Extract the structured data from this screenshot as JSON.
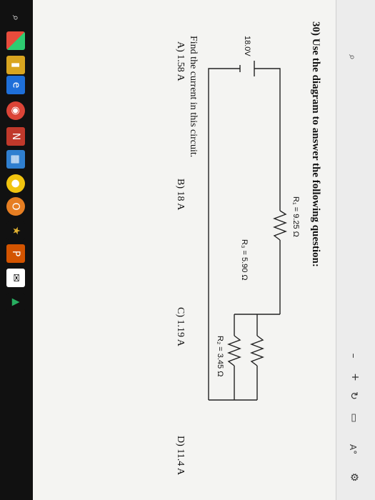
{
  "question": {
    "heading": "30) Use the diagram to answer the following question:",
    "prompt": "Find the current in this circuit."
  },
  "circuit": {
    "source": "18.0V",
    "r1": "R₁ = 9.25 Ω",
    "r3": "R₃ = 5.90 Ω",
    "r2": "R₂ = 3.45 Ω"
  },
  "answers": [
    {
      "label": "A) 1.58 A"
    },
    {
      "label": "B) 18 A"
    },
    {
      "label": "C) 1.19 A"
    },
    {
      "label": "D) 11.4 A"
    }
  ],
  "toolbar": {
    "icons": [
      "search-icon",
      "minimize-icon",
      "zoom-in-icon",
      "rotate-icon",
      "fit-page-icon",
      "text-size-icon",
      "settings-icon"
    ]
  },
  "taskbar": {
    "icons": [
      "start-icon",
      "folder-icon",
      "edge-icon",
      "chrome-icon",
      "word-icon",
      "calendar-icon",
      "app-icon",
      "app-icon-2",
      "star-icon",
      "powerpoint-icon",
      "mail-icon",
      "drive-icon"
    ]
  },
  "colors": {
    "page": "#f4f4f2",
    "taskbar": "#111111",
    "toolbar": "#ececec"
  }
}
